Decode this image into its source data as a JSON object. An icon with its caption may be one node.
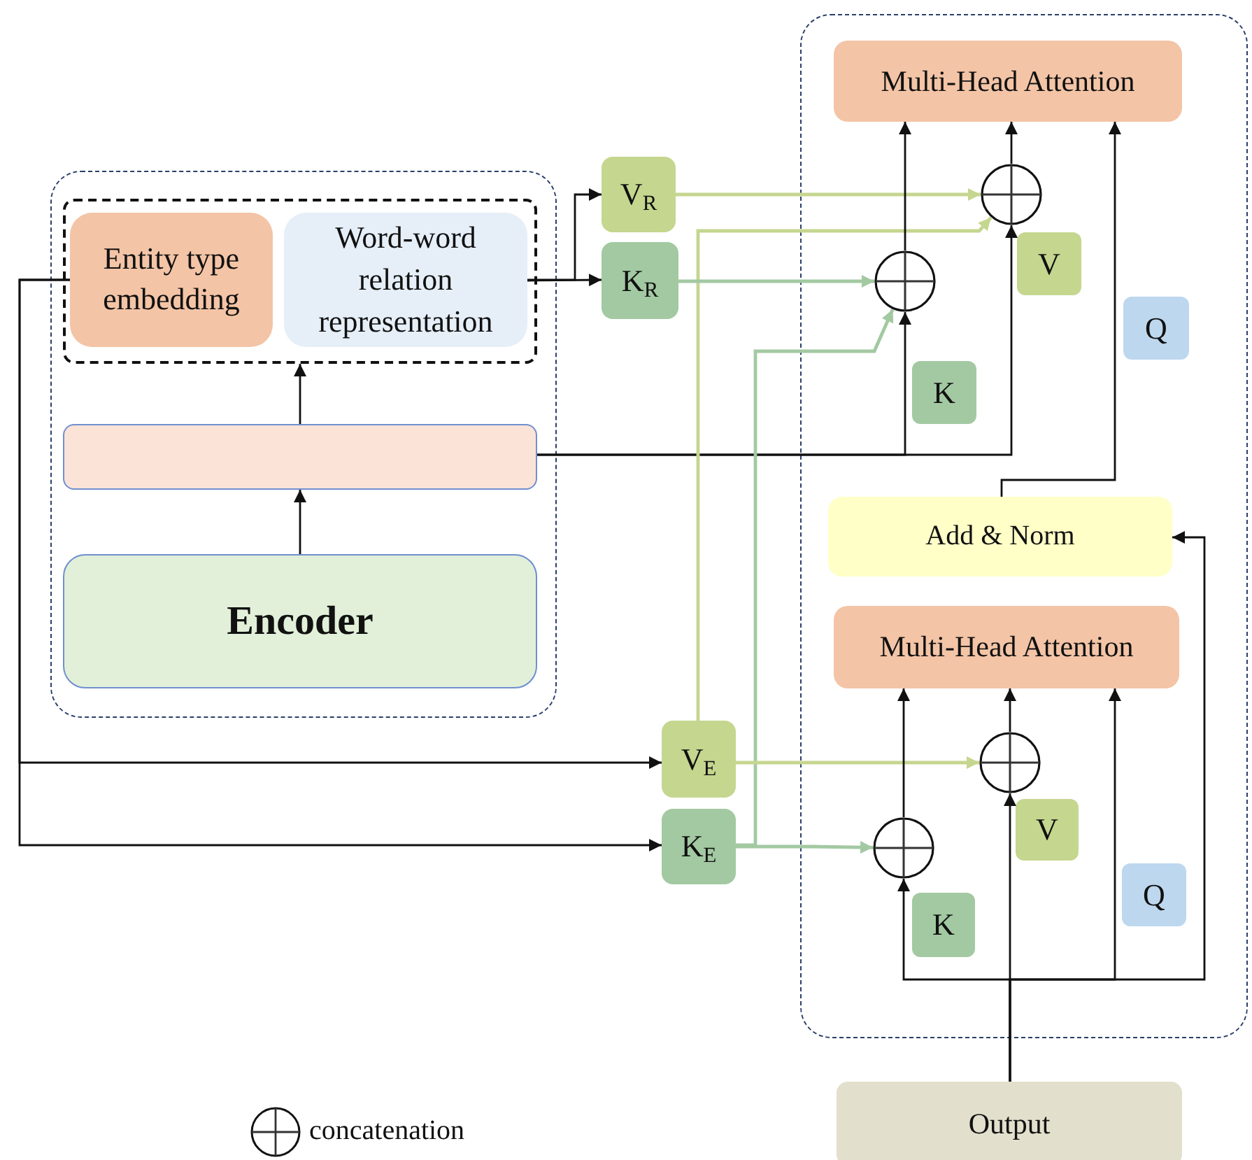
{
  "diagram": {
    "nodes": [
      {
        "text": [],
        "shape": "box"
      },
      {
        "text": [],
        "shape": "box",
        "in": 0
      },
      {
        "text": [
          "Entity type embedding"
        ],
        "in": 1
      },
      {
        "text": [
          "Word-word relation representation"
        ],
        "in": 1
      },
      {
        "text": [],
        "shape": "bar",
        "in": 0
      },
      {
        "text": [
          "Encoder"
        ],
        "in": 0
      },
      {
        "text": [
          "V$_{R}$"
        ]
      },
      {
        "text": [
          "K$_{R}$"
        ]
      },
      {
        "text": [],
        "shape": "box"
      },
      {
        "text": [
          "Multi-Head Attention"
        ],
        "in": 8
      },
      {
        "text": [],
        "shape": "circle",
        "in": 8
      },
      {
        "text": [],
        "shape": "circle",
        "in": 8
      },
      {
        "text": [
          "V"
        ],
        "in": 8
      },
      {
        "text": [
          "Q"
        ],
        "in": 8
      },
      {
        "text": [
          "K"
        ],
        "in": 8
      },
      {
        "text": [
          "Add & Norm"
        ],
        "in": 8
      },
      {
        "text": [
          "Multi-Head Attention"
        ],
        "in": 8
      },
      {
        "text": [],
        "shape": "circle",
        "in": 8
      },
      {
        "text": [],
        "shape": "circle",
        "in": 8
      },
      {
        "text": [
          "V"
        ],
        "in": 8
      },
      {
        "text": [
          "Q"
        ],
        "in": 8
      },
      {
        "text": [
          "K"
        ],
        "in": 8
      },
      {
        "text": [
          "V$_{E}$"
        ]
      },
      {
        "text": [
          "K$_{E}$"
        ]
      },
      {
        "text": [
          "Output"
        ]
      }
    ],
    "edges": [
      {
        "from": 2,
        "to": 22,
        "arrow": "to"
      },
      {
        "from": 2,
        "to": 23,
        "arrow": "to"
      },
      {
        "from": 3,
        "to": 6,
        "arrow": "to"
      },
      {
        "from": 3,
        "to": 7,
        "arrow": "to"
      },
      {
        "from": 4,
        "to": 1,
        "arrow": "to"
      },
      {
        "from": 5,
        "to": 4,
        "arrow": "to"
      },
      {
        "from": 4,
        "to": 11,
        "arrow": "to"
      },
      {
        "from": 4,
        "to": 10,
        "arrow": "to"
      },
      {
        "from": 6,
        "to": 10,
        "arrow": "to",
        "color": "#c5d68f"
      },
      {
        "from": 22,
        "to": 10,
        "arrow": "to",
        "color": "#c5d68f"
      },
      {
        "from": 7,
        "to": 11,
        "arrow": "to",
        "color": "#a2c9a2"
      },
      {
        "from": 23,
        "to": 11,
        "arrow": "to",
        "color": "#a2c9a2"
      },
      {
        "from": 11,
        "to": 9,
        "arrow": "to"
      },
      {
        "from": 10,
        "to": 9,
        "arrow": "to"
      },
      {
        "from": 15,
        "to": 9,
        "arrow": "to"
      },
      {
        "from": 22,
        "to": 17,
        "arrow": "to",
        "color": "#c5d68f"
      },
      {
        "from": 23,
        "to": 18,
        "arrow": "to",
        "color": "#a2c9a2"
      },
      {
        "from": 18,
        "to": 16,
        "arrow": "to"
      },
      {
        "from": 17,
        "to": 16,
        "arrow": "to"
      },
      {
        "from": 24,
        "to": 18,
        "arrow": "to"
      },
      {
        "from": 24,
        "to": 17,
        "arrow": "to"
      },
      {
        "from": 24,
        "to": 16,
        "arrow": "to"
      },
      {
        "from": 24,
        "to": 15,
        "arrow": "to"
      }
    ],
    "legend": [
      {
        "text": "concatenation"
      }
    ]
  }
}
